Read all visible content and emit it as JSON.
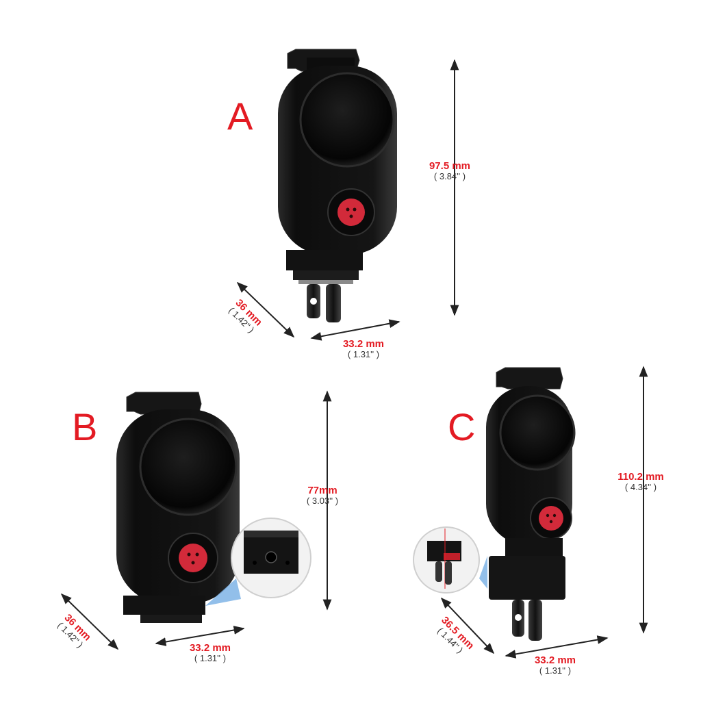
{
  "colors": {
    "label_red": "#e31b23",
    "body_black": "#131313",
    "button_red": "#d22a3a",
    "arrow_gray": "#222222",
    "wedge_blue": "#7fb4e6"
  },
  "variants": [
    {
      "label": "A",
      "height": {
        "mm": "97.5 mm",
        "in": "( 3.84'' )"
      },
      "width": {
        "mm": "33.2 mm",
        "in": "( 1.31'' )"
      },
      "depth": {
        "mm": "36 mm",
        "in": "( 1.42'' )"
      }
    },
    {
      "label": "B",
      "height": {
        "mm": "77mm",
        "in": "( 3.03'' )"
      },
      "width": {
        "mm": "33.2 mm",
        "in": "( 1.31'' )"
      },
      "depth": {
        "mm": "36 mm",
        "in": "( 1.42'' )"
      }
    },
    {
      "label": "C",
      "height": {
        "mm": "110.2 mm",
        "in": "( 4.34'' )"
      },
      "width": {
        "mm": "33.2 mm",
        "in": "( 1.31'' )"
      },
      "depth": {
        "mm": "36.5 mm",
        "in": "( 1.44'' )"
      }
    }
  ]
}
